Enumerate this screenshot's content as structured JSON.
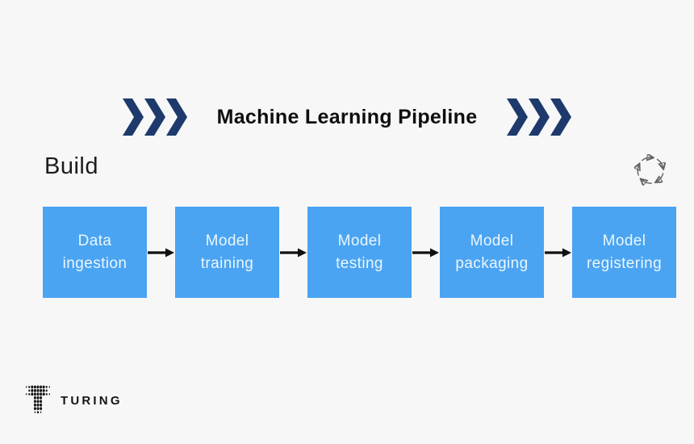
{
  "theme": {
    "bg": "#f7f7f8",
    "navy": "#1e3a6c",
    "box-blue": "#4aa4f2",
    "box-text": "#eaf6fe",
    "ink": "#0e0e0e",
    "arrow": "#101010",
    "cycle-gray": "#636363",
    "logo-ink": "#151515"
  },
  "header": {
    "title": "Machine Learning Pipeline",
    "left_icon": "triple-chevron-right",
    "right_icon": "triple-chevron-right"
  },
  "section": {
    "label": "Build",
    "corner_icon": "circular-arrows-cycle"
  },
  "pipeline": {
    "connector_icon": "right-arrow",
    "stages": [
      {
        "label": "Data\ningestion"
      },
      {
        "label": "Model\ntraining"
      },
      {
        "label": "Model\ntesting"
      },
      {
        "label": "Model\npackaging"
      },
      {
        "label": "Model\nregistering"
      }
    ]
  },
  "footer": {
    "brand": "TURING",
    "logo_icon": "dotted-t-logo"
  }
}
